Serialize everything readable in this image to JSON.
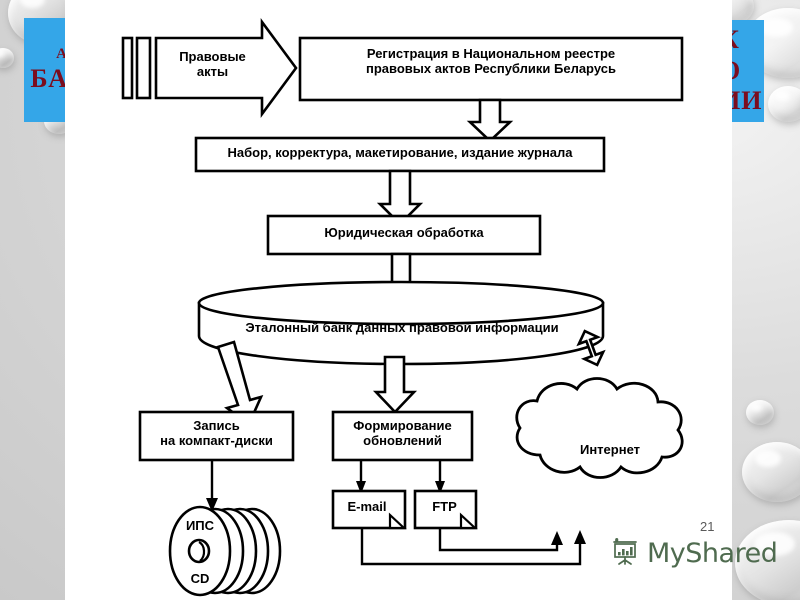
{
  "slide": {
    "page_number": "21",
    "watermark_text": "MyShared",
    "watermark_icon": "presentation-chart-icon",
    "background_color": "#d4d4d4",
    "sheet_color": "#ffffff",
    "accent_color": "#34a6e8",
    "title_text_color": "#7b0d1e"
  },
  "title_bands": {
    "left": {
      "lines": [
        "А",
        "БА"
      ],
      "icon": "highlight-band"
    },
    "right": {
      "lines": [
        "К",
        "О",
        "ИИ"
      ],
      "icon": "highlight-band"
    }
  },
  "diagram": {
    "type": "flowchart",
    "nodes": [
      {
        "id": "legal-acts",
        "shape": "block-arrow",
        "label": "Правовые\nакты"
      },
      {
        "id": "registration",
        "shape": "rectangle",
        "label": "Регистрация в Национальном реестре\nправовых актов Республики Беларусь"
      },
      {
        "id": "typesetting",
        "shape": "rectangle",
        "label": "Набор, корректура, макетирование, издание журнала"
      },
      {
        "id": "legal-processing",
        "shape": "rectangle",
        "label": "Юридическая обработка"
      },
      {
        "id": "reference-bank",
        "shape": "cylinder",
        "label": "Эталонный банк данных правовой информации"
      },
      {
        "id": "cd-writing",
        "shape": "rectangle",
        "label": "Запись\nна компакт-диски"
      },
      {
        "id": "updates",
        "shape": "rectangle",
        "label": "Формирование\nобновлений"
      },
      {
        "id": "email",
        "shape": "note-rectangle",
        "label": "E-mail"
      },
      {
        "id": "ftp",
        "shape": "note-rectangle",
        "label": "FTP"
      },
      {
        "id": "internet",
        "shape": "cloud",
        "label": "Интернет"
      },
      {
        "id": "cd-stack",
        "shape": "disc-stack",
        "label_top": "ИПС",
        "label_bottom": "CD"
      }
    ],
    "edges": [
      {
        "from": "legal-acts",
        "to": "registration",
        "style": "block-arrow",
        "direction": "right"
      },
      {
        "from": "registration",
        "to": "typesetting",
        "style": "block-arrow",
        "direction": "down"
      },
      {
        "from": "typesetting",
        "to": "legal-processing",
        "style": "block-arrow",
        "direction": "down"
      },
      {
        "from": "legal-processing",
        "to": "reference-bank",
        "style": "block-arrow",
        "direction": "down"
      },
      {
        "from": "reference-bank",
        "to": "cd-writing",
        "style": "block-arrow",
        "direction": "down-left"
      },
      {
        "from": "reference-bank",
        "to": "updates",
        "style": "block-arrow",
        "direction": "down"
      },
      {
        "from": "reference-bank",
        "to": "internet",
        "style": "block-arrow",
        "direction": "bidirectional"
      },
      {
        "from": "cd-writing",
        "to": "cd-stack",
        "style": "line-arrow",
        "direction": "down"
      },
      {
        "from": "updates",
        "to": "email",
        "style": "line-arrow",
        "direction": "down"
      },
      {
        "from": "updates",
        "to": "ftp",
        "style": "line-arrow",
        "direction": "down"
      },
      {
        "from": "ftp",
        "to": "internet",
        "style": "line-arrow",
        "direction": "up-right"
      },
      {
        "from": "email",
        "to": "internet",
        "style": "line-arrow",
        "direction": "up-right"
      }
    ]
  }
}
